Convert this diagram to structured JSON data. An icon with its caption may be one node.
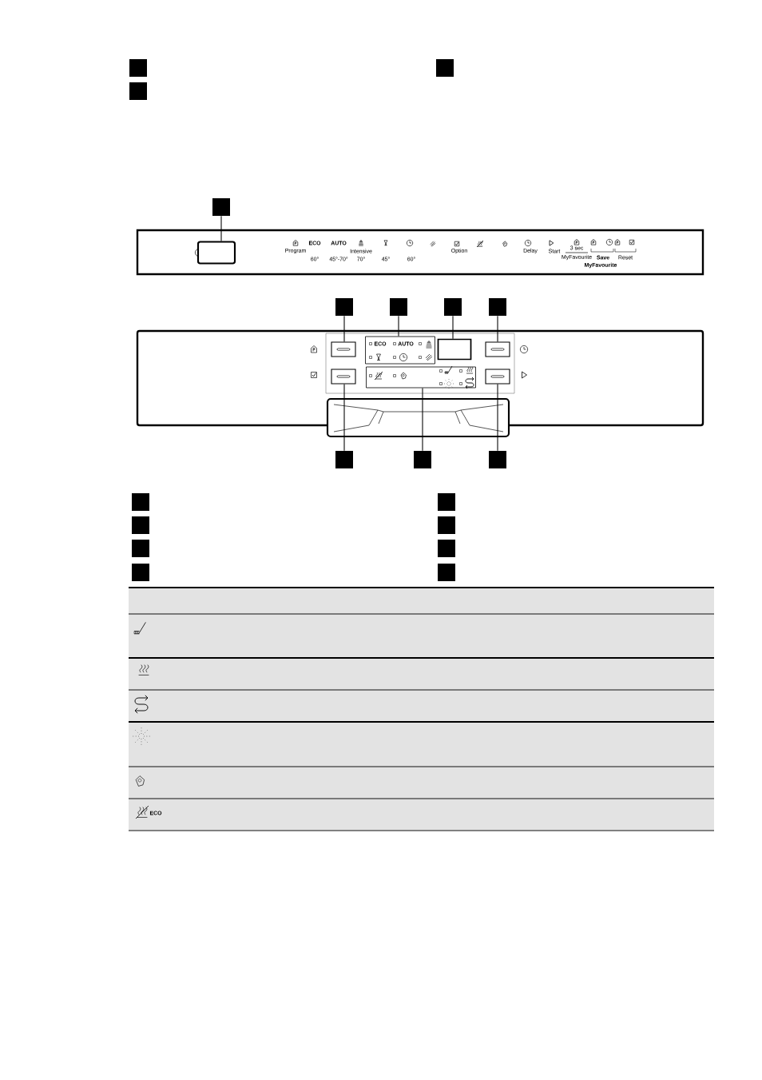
{
  "diagram": {
    "nodes": [
      {
        "text": [],
        "shape": "box"
      },
      {
        "text": [],
        "shape": "box"
      },
      {
        "text": [],
        "shape": "box"
      },
      {
        "text": [],
        "shape": "box"
      },
      {
        "text": [],
        "shape": "box"
      },
      {
        "text": [],
        "shape": "box"
      },
      {
        "text": [],
        "shape": "box"
      },
      {
        "text": [],
        "shape": "box"
      },
      {
        "text": [],
        "shape": "box"
      },
      {
        "text": [],
        "shape": "box"
      },
      {
        "text": [],
        "shape": "box"
      },
      {
        "text": [],
        "shape": "box"
      },
      {
        "text": [],
        "shape": "box"
      },
      {
        "text": [],
        "shape": "box"
      },
      {
        "text": [],
        "shape": "box"
      },
      {
        "text": [],
        "shape": "box"
      },
      {
        "text": [],
        "shape": "box"
      },
      {
        "text": [],
        "shape": "box"
      },
      {
        "text": [],
        "shape": "box"
      },
      {
        "text": [],
        "shape": "box"
      },
      {
        "text": [],
        "shape": "box"
      },
      {
        "text": [],
        "shape": "box"
      },
      {
        "text": [],
        "shape": "box"
      },
      {
        "text": [],
        "shape": "box"
      },
      {
        "text": [],
        "shape": "box"
      },
      {
        "text": [],
        "shape": "box"
      },
      {
        "text": [],
        "shape": "box"
      }
    ],
    "edges": [
      {
        "from": 0,
        "to": 1,
        "arrow": "none"
      },
      {
        "from": 2,
        "to": 6,
        "arrow": "none"
      },
      {
        "from": 3,
        "to": 7,
        "arrow": "none"
      },
      {
        "from": 4,
        "to": 8,
        "arrow": "none"
      },
      {
        "from": 5,
        "to": 9,
        "arrow": "none"
      },
      {
        "from": 10,
        "to": 13,
        "arrow": "none"
      },
      {
        "from": 11,
        "to": 14,
        "arrow": "none"
      },
      {
        "from": 12,
        "to": 15,
        "arrow": "none"
      }
    ],
    "labels": [
      "Program",
      "ECO",
      "60°",
      "AUTO",
      "45°-70°",
      "Intensive",
      "70°",
      "45°",
      "60°",
      "Option",
      "Delay",
      "Start",
      "3 sec",
      "MyFavourite",
      "Save",
      "MyFavourite",
      "Reset",
      "ECO",
      "AUTO",
      "ECO"
    ]
  }
}
